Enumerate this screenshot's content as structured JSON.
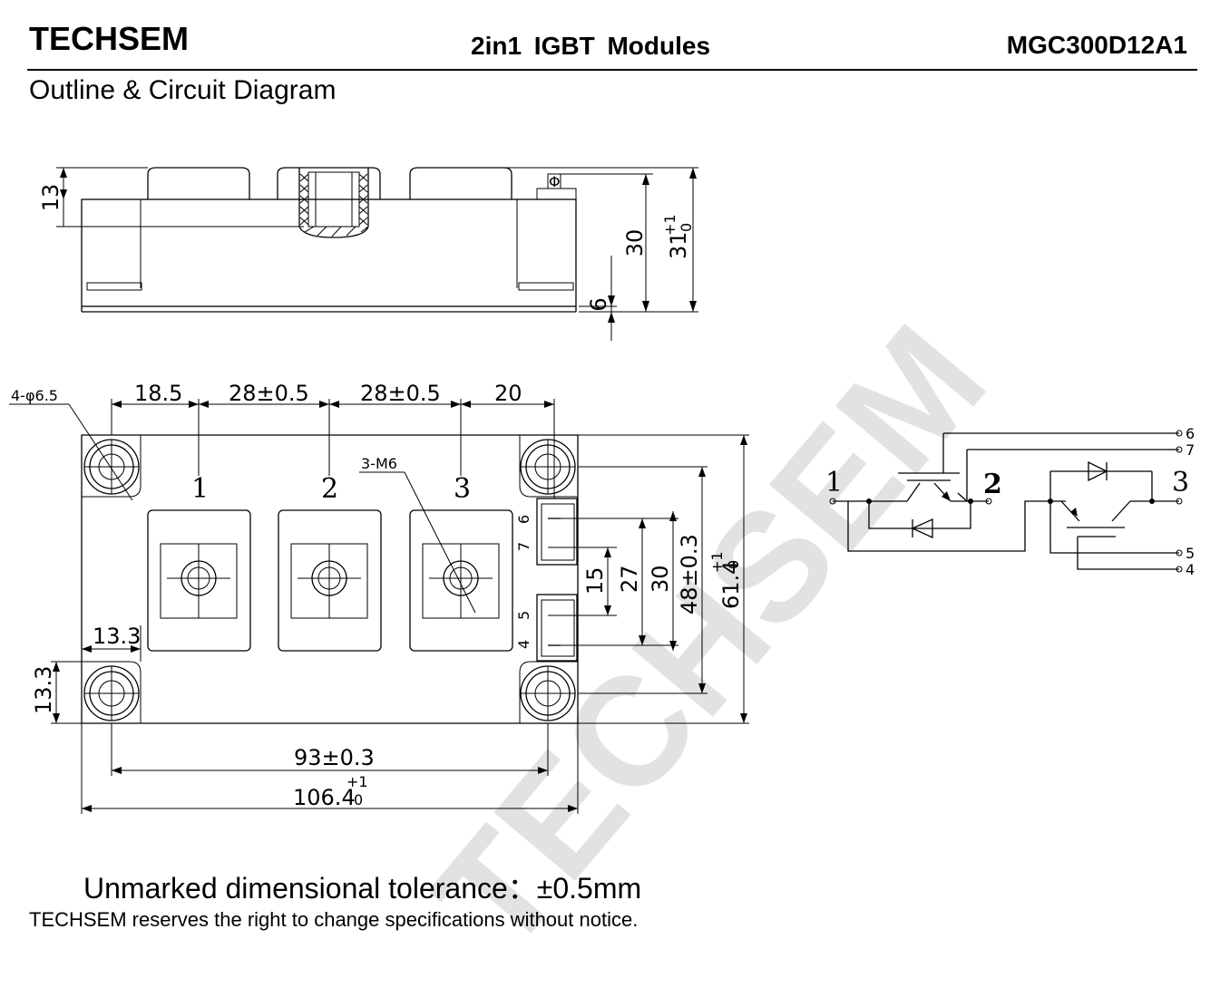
{
  "header": {
    "brand": "TECHSEM",
    "product": "2in1  IGBT  Modules",
    "part_number": "MGC300D12A1"
  },
  "section_title": "Outline & Circuit Diagram",
  "side_view": {
    "dims": {
      "d13": "13",
      "d30": "30",
      "d31": "31",
      "d31_tol": "+1",
      "d31_tol_low": "0",
      "d6": "6"
    },
    "tab_symbol": "Φ"
  },
  "top_view": {
    "dims": {
      "holes": "4-φ6.5",
      "d18_5": "18.5",
      "d28a": "28±0.5",
      "d28b": "28±0.5",
      "d20": "20",
      "m6": "3-M6",
      "d13_3h": "13.3",
      "d13_3v": "13.3",
      "d15": "15",
      "d27": "27",
      "d30": "30",
      "d48": "48±0.3",
      "d61": "61.4",
      "d61_tol": "+1",
      "d61_tol_low": "0",
      "d93": "93±0.3",
      "d106": "106.4",
      "d106_tol": "+1",
      "d106_tol_low": "0"
    },
    "terminals": [
      "1",
      "2",
      "3"
    ],
    "pins": [
      "6",
      "7",
      "5",
      "4"
    ]
  },
  "circuit": {
    "terminals": [
      "1",
      "2",
      "3"
    ],
    "pins": [
      "6",
      "7",
      "5",
      "4"
    ]
  },
  "watermark": "TECHSEM",
  "tolerance_note": "Unmarked dimensional tolerance：±0.5mm",
  "notice": "TECHSEM reserves the right to change specifications without notice."
}
